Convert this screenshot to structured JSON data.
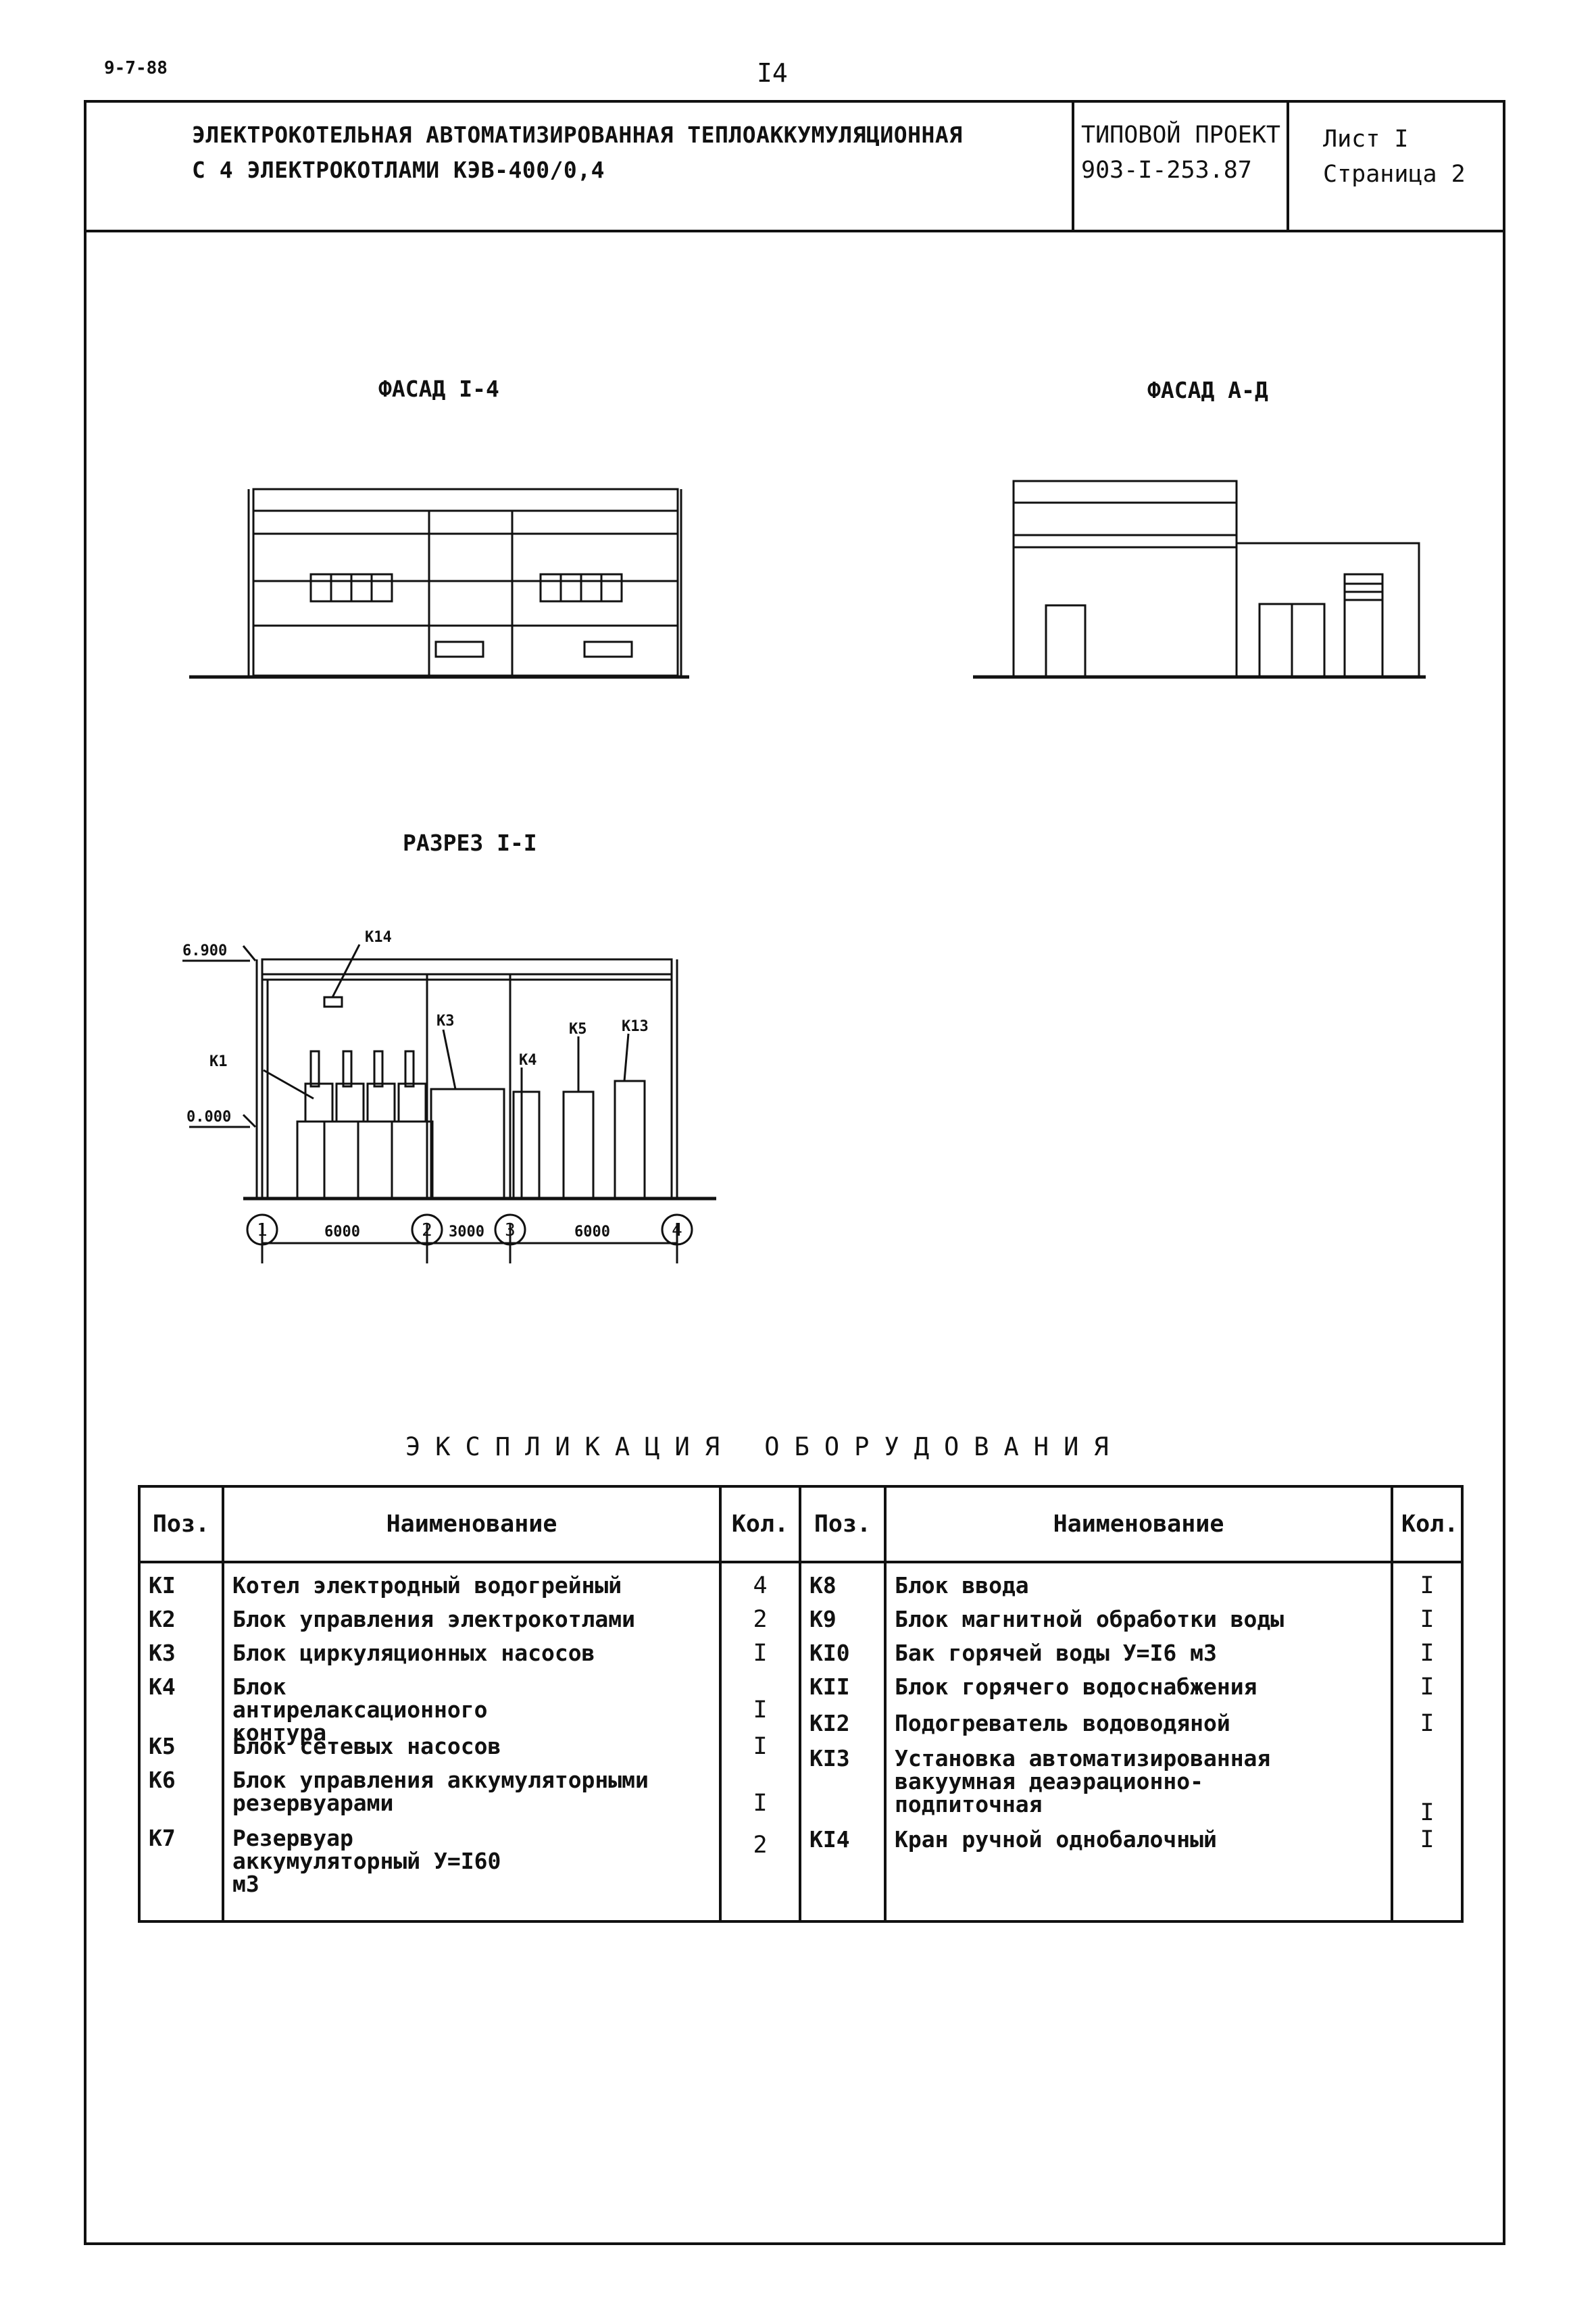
{
  "header": {
    "code": "9-7-88",
    "page_number": "I4",
    "title_line1": "ЭЛЕКТРОКОТЕЛЬНАЯ АВТОМАТИЗИРОВАННАЯ ТЕПЛОАККУМУЛЯЦИОННАЯ",
    "title_line2": "С 4 ЭЛЕКТРОКОТЛАМИ КЭВ-400/0,4",
    "project_label": "ТИПОВОЙ ПРОЕКТ",
    "project_number": "903-I-253.87",
    "sheet": "Лист I",
    "page": "Страница 2"
  },
  "drawings": {
    "facade1_title": "ФАСАД I-4",
    "facade2_title": "ФАСАД А-Д",
    "section_title": "РАЗРЕЗ I-I",
    "elev_top": "6.900",
    "elev_zero": "0.000",
    "labels": [
      "К14",
      "К1",
      "К3",
      "К4",
      "К5",
      "К13"
    ],
    "dims": [
      "6000",
      "3000",
      "6000"
    ],
    "axes": [
      "1",
      "2",
      "3",
      "4"
    ]
  },
  "explication": {
    "title": "ЭКСПЛИКАЦИЯ ОБОРУДОВАНИЯ",
    "headers": [
      "Поз.",
      "Наименование",
      "Кол.",
      "Поз.",
      "Наименование",
      "Кол."
    ],
    "left": [
      {
        "pos": "КI",
        "name": "Котел электродный водогрейный",
        "qty": "4"
      },
      {
        "pos": "К2",
        "name": "Блок управления электрокотлами",
        "qty": "2"
      },
      {
        "pos": "К3",
        "name": "Блок циркуляционных насосов",
        "qty": "I"
      },
      {
        "pos": "К4",
        "name": "Блок антирелаксационного контура",
        "qty": "I"
      },
      {
        "pos": "К5",
        "name": "Блок сетевых насосов",
        "qty": "I"
      },
      {
        "pos": "К6",
        "name": "Блок управления аккумуляторными резервуарами",
        "qty": "I"
      },
      {
        "pos": "К7",
        "name": "Резервуар аккумуляторный У=I60 м3",
        "qty": "2"
      }
    ],
    "right": [
      {
        "pos": "К8",
        "name": "Блок ввода",
        "qty": "I"
      },
      {
        "pos": "К9",
        "name": "Блок магнитной обработки воды",
        "qty": "I"
      },
      {
        "pos": "КI0",
        "name": "Бак горячей воды У=I6 м3",
        "qty": "I"
      },
      {
        "pos": "КII",
        "name": "Блок горячего водоснабжения",
        "qty": "I"
      },
      {
        "pos": "КI2",
        "name": "Подогреватель водоводяной",
        "qty": "I"
      },
      {
        "pos": "КI3",
        "name": "Установка автоматизированная вакуумная деаэрационно-подпиточная",
        "qty": "I"
      },
      {
        "pos": "КI4",
        "name": "Кран ручной однобалочный",
        "qty": "I"
      }
    ]
  }
}
